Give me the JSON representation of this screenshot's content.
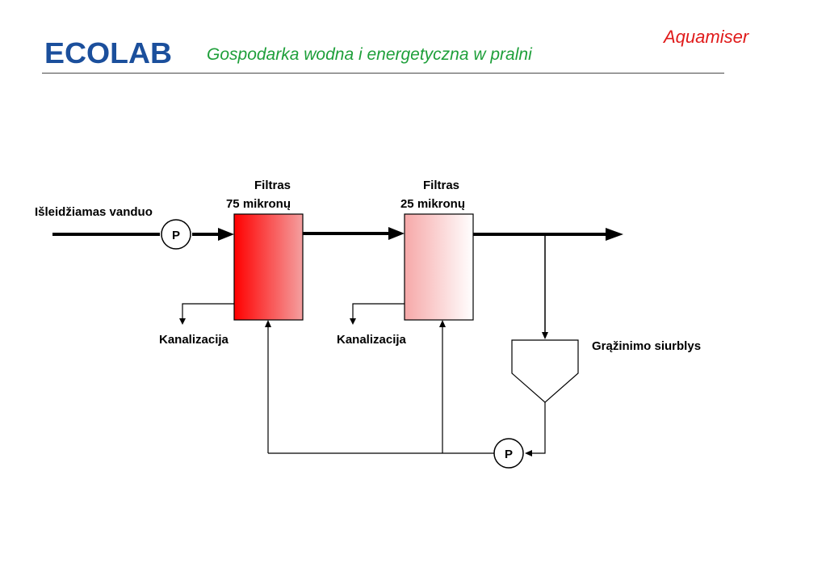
{
  "header": {
    "logo_text": "ECOLAB",
    "title": "Gospodarka wodna i energetyczna w pralni",
    "product": "Aquamiser",
    "colors": {
      "title": "#1e9f3a",
      "product": "#e01a1a",
      "logo": "#1b4f9c"
    }
  },
  "diagram": {
    "inlet_label": "Išleidžiamas vanduo",
    "pump_label": "P",
    "filter1": {
      "title": "Filtras",
      "spec": "75 mikronų",
      "gradient": [
        "#ff0000",
        "#f4a0a0"
      ]
    },
    "filter2": {
      "title": "Filtras",
      "spec": "25 mikronų",
      "gradient": [
        "#f6a8a8",
        "#ffffff"
      ]
    },
    "drain1_label": "Kanalizacija",
    "drain2_label": "Kanalizacija",
    "return_pump_label": "Grąžinimo siurblys"
  }
}
